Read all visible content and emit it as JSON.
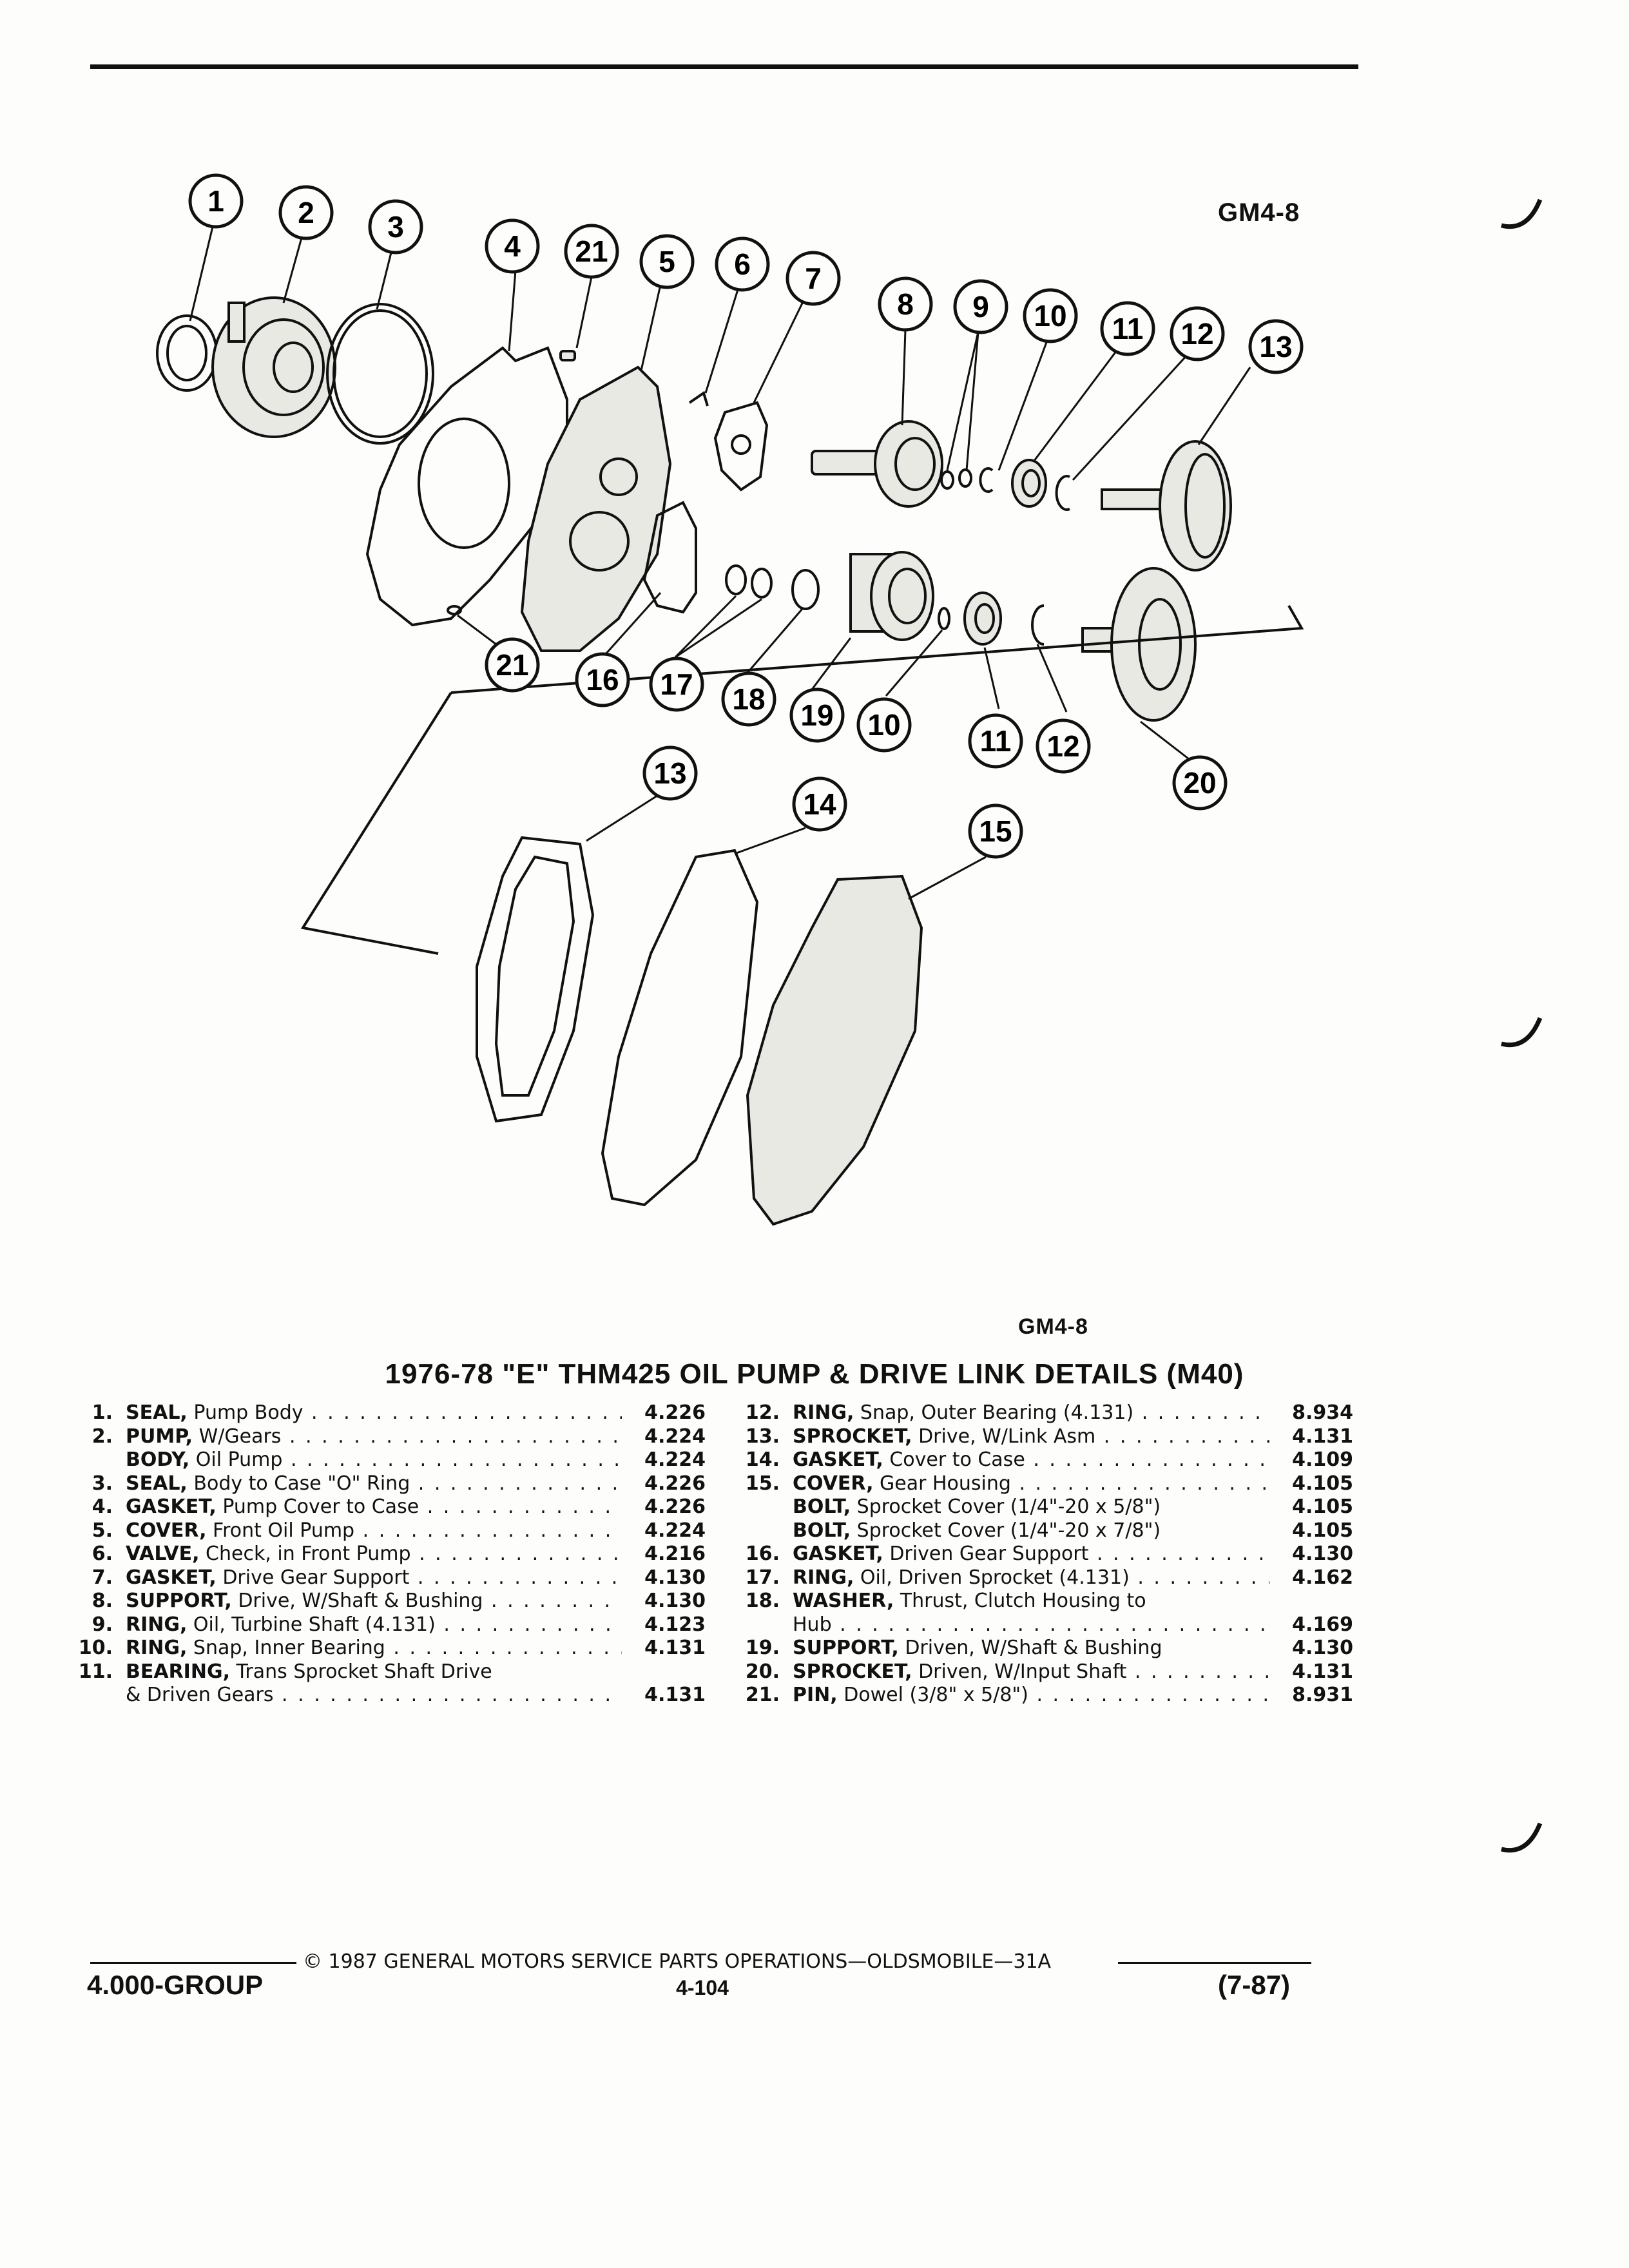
{
  "figure": {
    "ref_top": "GM4-8",
    "ref_bottom": "GM4-8",
    "callouts": [
      "1",
      "2",
      "3",
      "4",
      "21",
      "5",
      "6",
      "7",
      "8",
      "9",
      "10",
      "11",
      "12",
      "13",
      "21",
      "16",
      "17",
      "18",
      "19",
      "10",
      "11",
      "12",
      "20",
      "13",
      "14",
      "15"
    ]
  },
  "title": "1976-78 \"E\" THM425 OIL PUMP & DRIVE LINK DETAILS (M40)",
  "parts_left": [
    {
      "num": "1.",
      "name": "SEAL,",
      "detail": " Pump Body",
      "code": "4.226"
    },
    {
      "num": "2.",
      "name": "PUMP,",
      "detail": " W/Gears",
      "code": "4.224"
    },
    {
      "num": "",
      "name": "BODY,",
      "detail": " Oil Pump",
      "code": "4.224"
    },
    {
      "num": "3.",
      "name": "SEAL,",
      "detail": " Body to Case \"O\" Ring",
      "code": "4.226"
    },
    {
      "num": "4.",
      "name": "GASKET,",
      "detail": " Pump Cover to Case",
      "code": "4.226"
    },
    {
      "num": "5.",
      "name": "COVER,",
      "detail": " Front Oil Pump",
      "code": "4.224"
    },
    {
      "num": "6.",
      "name": "VALVE,",
      "detail": " Check, in Front Pump",
      "code": "4.216"
    },
    {
      "num": "7.",
      "name": "GASKET,",
      "detail": " Drive Gear Support",
      "code": "4.130"
    },
    {
      "num": "8.",
      "name": "SUPPORT,",
      "detail": " Drive, W/Shaft & Bushing",
      "code": "4.130"
    },
    {
      "num": "9.",
      "name": "RING,",
      "detail": " Oil, Turbine Shaft (4.131)",
      "code": "4.123"
    },
    {
      "num": "10.",
      "name": "RING,",
      "detail": " Snap, Inner Bearing",
      "code": "4.131"
    },
    {
      "num": "11.",
      "name": "BEARING,",
      "detail": " Trans Sprocket Shaft Drive",
      "code": ""
    },
    {
      "num": "",
      "name": "",
      "detail": "& Driven Gears",
      "code": "4.131"
    }
  ],
  "parts_right": [
    {
      "num": "12.",
      "name": "RING,",
      "detail": " Snap, Outer Bearing (4.131)",
      "code": "8.934"
    },
    {
      "num": "13.",
      "name": "SPROCKET,",
      "detail": " Drive, W/Link Asm",
      "code": "4.131"
    },
    {
      "num": "14.",
      "name": "GASKET,",
      "detail": " Cover to Case",
      "code": "4.109"
    },
    {
      "num": "15.",
      "name": "COVER,",
      "detail": " Gear Housing",
      "code": "4.105"
    },
    {
      "num": "",
      "name": "BOLT,",
      "detail": " Sprocket Cover (1/4\"-20 x 5/8\")",
      "code": "4.105"
    },
    {
      "num": "",
      "name": "BOLT,",
      "detail": " Sprocket Cover (1/4\"-20 x 7/8\")",
      "code": "4.105"
    },
    {
      "num": "16.",
      "name": "GASKET,",
      "detail": " Driven Gear Support",
      "code": "4.130"
    },
    {
      "num": "17.",
      "name": "RING,",
      "detail": " Oil, Driven Sprocket (4.131)",
      "code": "4.162"
    },
    {
      "num": "18.",
      "name": "WASHER,",
      "detail": " Thrust, Clutch Housing to",
      "code": ""
    },
    {
      "num": "",
      "name": "",
      "detail": "Hub",
      "code": "4.169"
    },
    {
      "num": "19.",
      "name": "SUPPORT,",
      "detail": " Driven, W/Shaft & Bushing",
      "code": "4.130"
    },
    {
      "num": "20.",
      "name": "SPROCKET,",
      "detail": " Driven, W/Input Shaft",
      "code": "4.131"
    },
    {
      "num": "21.",
      "name": "PIN,",
      "detail": " Dowel (3/8\" x 5/8\")",
      "code": "8.931"
    }
  ],
  "footer": {
    "copyright": "© 1987 GENERAL MOTORS SERVICE PARTS OPERATIONS—OLDSMOBILE—31A",
    "group": "4.000-GROUP",
    "page": "4-104",
    "date": "(7-87)"
  }
}
